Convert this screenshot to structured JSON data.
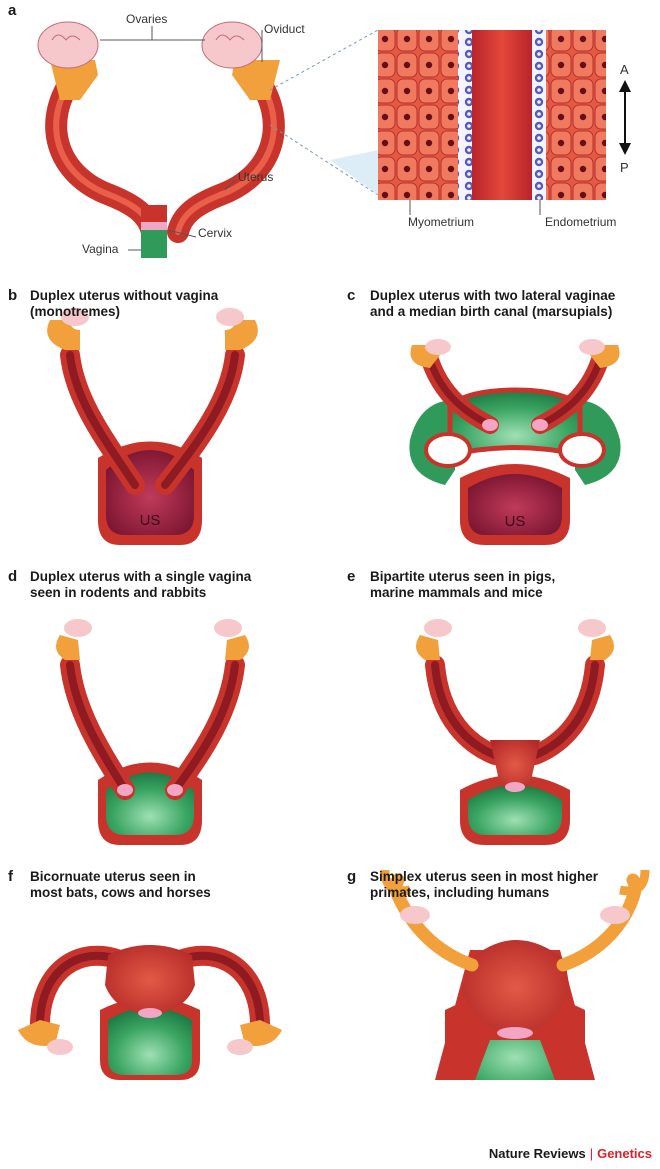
{
  "panels": {
    "a": {
      "letter": "a",
      "labels": {
        "ovaries": "Ovaries",
        "oviduct": "Oviduct",
        "uterus": "Uterus",
        "cervix": "Cervix",
        "vagina": "Vagina",
        "myometrium": "Myometrium",
        "endometrium": "Endometrium",
        "axis_a": "A",
        "axis_p": "P"
      }
    },
    "b": {
      "letter": "b",
      "caption": "Duplex uterus without vagina\n(monotremes)",
      "center_label": "US"
    },
    "c": {
      "letter": "c",
      "caption": "Duplex uterus with two lateral vaginae\nand a median birth canal (marsupials)",
      "center_label": "US"
    },
    "d": {
      "letter": "d",
      "caption": "Duplex uterus with a single vagina\nseen in rodents and rabbits"
    },
    "e": {
      "letter": "e",
      "caption": "Bipartite uterus seen in pigs,\nmarine mammals and mice"
    },
    "f": {
      "letter": "f",
      "caption": "Bicornuate uterus seen in\nmost bats, cows and horses"
    },
    "g": {
      "letter": "g",
      "caption": "Simplex uterus seen in most higher\nprimates, including humans"
    }
  },
  "footer": {
    "journal": "Nature Reviews",
    "section": "Genetics"
  },
  "colors": {
    "uterus": "#c8342c",
    "uterus_dark": "#8e1a22",
    "oviduct": "#f2a03c",
    "ovary": "#f6c8cc",
    "vagina": "#2f9a5a",
    "sinus": "#9c2038",
    "accent_red": "#d8232a"
  }
}
